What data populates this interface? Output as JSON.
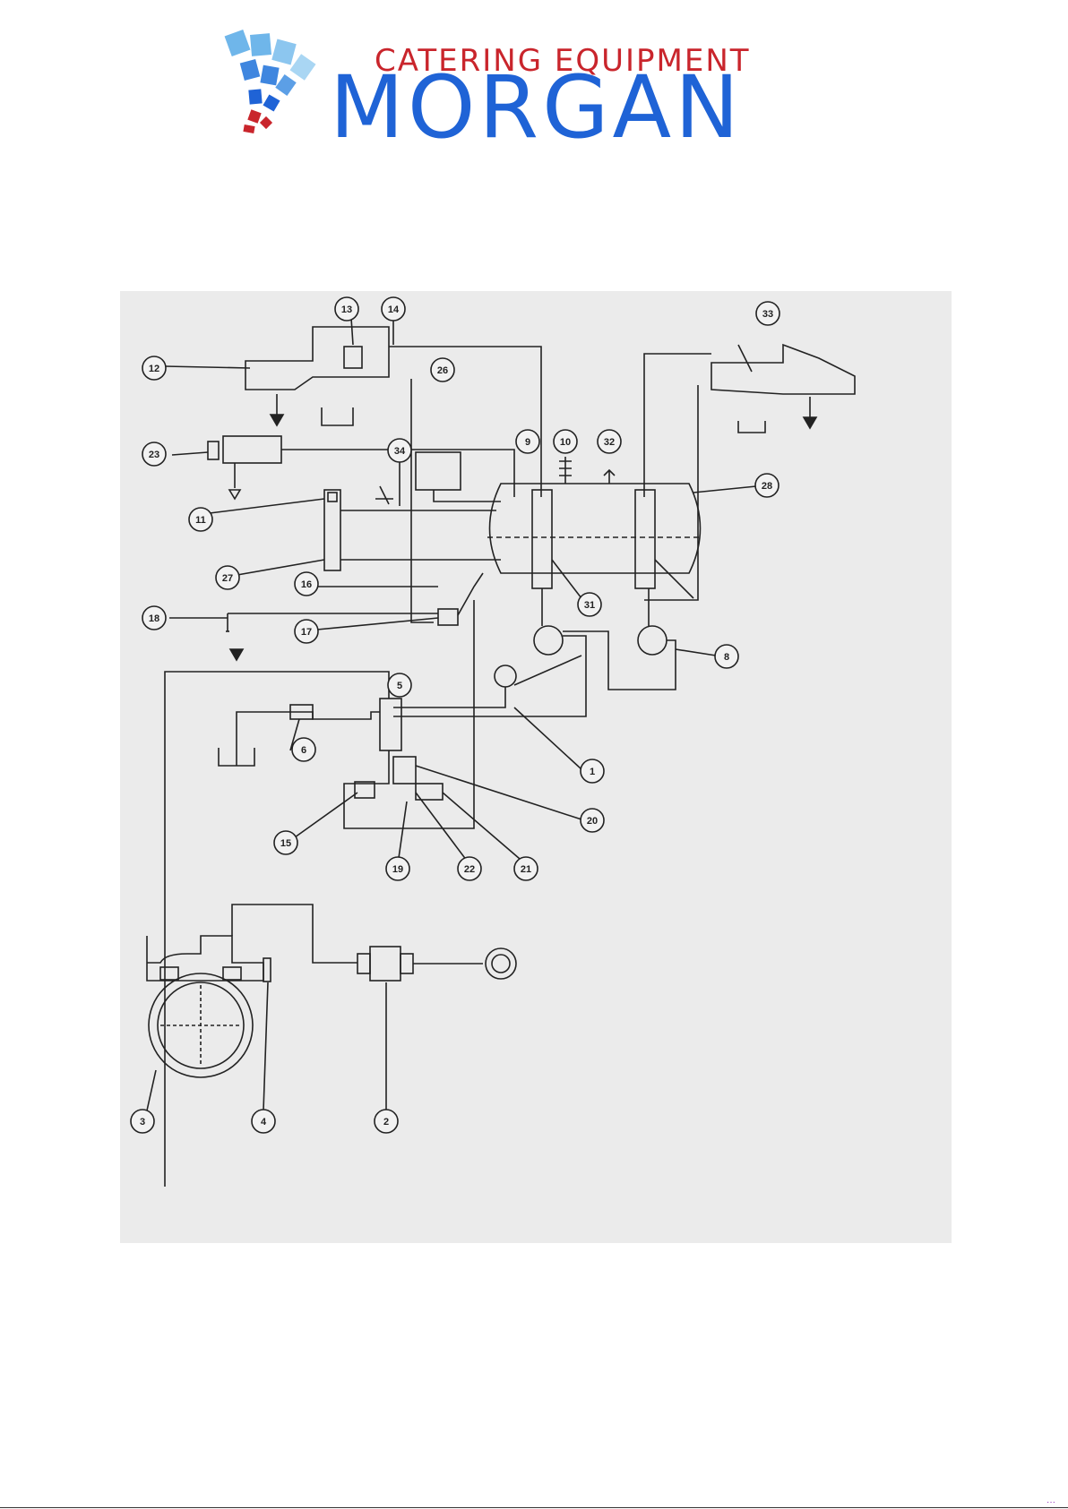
{
  "brand": {
    "tagline": "CATERING EQUIPMENT",
    "name": "MORGAN",
    "colors": {
      "red": "#c9252c",
      "blue": "#1f63d6",
      "light_blue": "#6fb6ea"
    }
  },
  "diagram": {
    "labels": [
      "1",
      "2",
      "3",
      "4",
      "5",
      "6",
      "8",
      "9",
      "10",
      "11",
      "12",
      "13",
      "14",
      "15",
      "16",
      "17",
      "18",
      "19",
      "20",
      "21",
      "22",
      "23",
      "26",
      "27",
      "28",
      "31",
      "32",
      "33",
      "34"
    ]
  },
  "footer": {
    "mark": "···"
  }
}
